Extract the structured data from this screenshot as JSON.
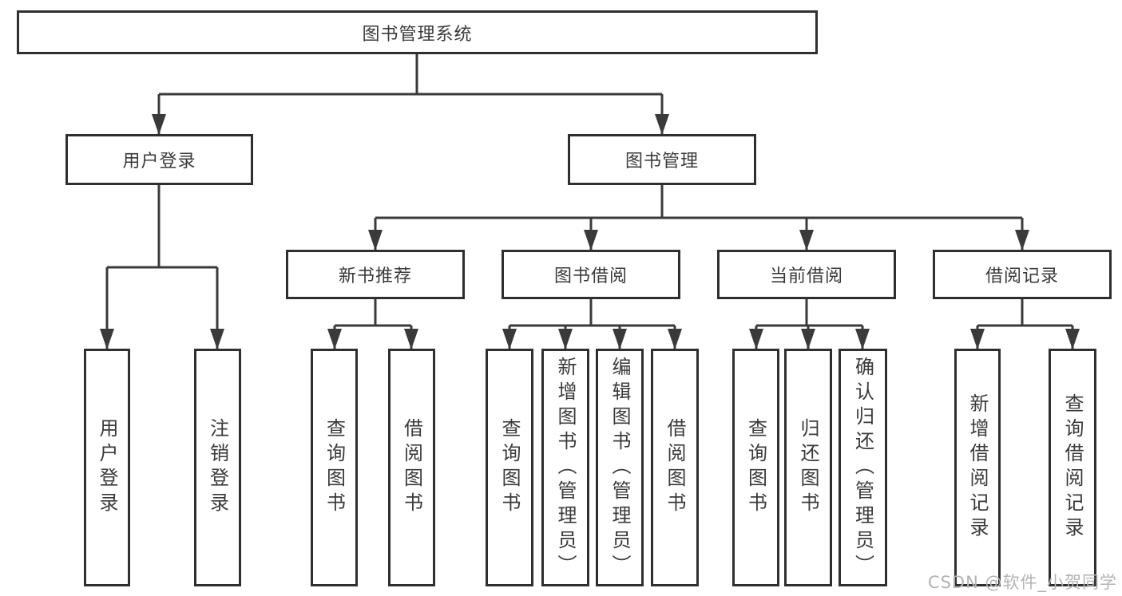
{
  "diagram_title": "图书管理系统",
  "nodes": {
    "root": {
      "label": "图书管理系统"
    },
    "user_login": {
      "label": "用户登录"
    },
    "book_mgmt": {
      "label": "图书管理"
    },
    "new_book_rec": {
      "label": "新书推荐"
    },
    "book_borrow": {
      "label": "图书借阅"
    },
    "current_borrow": {
      "label": "当前借阅"
    },
    "borrow_record": {
      "label": "借阅记录"
    },
    "leaf_user_login": {
      "label": "用户登录"
    },
    "leaf_logout": {
      "label": "注销登录"
    },
    "leaf_query_book_rec": {
      "label": "查询图书"
    },
    "leaf_borrow_book_rec": {
      "label": "借阅图书"
    },
    "leaf_query_book_borrow": {
      "label": "查询图书"
    },
    "leaf_add_book": {
      "label": "新增图书（管理员）"
    },
    "leaf_edit_book": {
      "label": "编辑图书（管理员）"
    },
    "leaf_borrow_book_borrow": {
      "label": "借阅图书"
    },
    "leaf_query_book_current": {
      "label": "查询图书"
    },
    "leaf_return_book": {
      "label": "归还图书"
    },
    "leaf_confirm_return": {
      "label": "确认归还（管理员）"
    },
    "leaf_add_borrow_record": {
      "label": "新增借阅记录"
    },
    "leaf_query_borrow_record": {
      "label": "查询借阅记录"
    }
  },
  "watermark": {
    "text": "CSDN @软件_小贺同学"
  },
  "colors": {
    "line": "#3a3a3a",
    "box_border": "#2f2f2f",
    "text": "#3a3a3a",
    "watermark": "#b3b3b5",
    "background": "#ffffff"
  }
}
